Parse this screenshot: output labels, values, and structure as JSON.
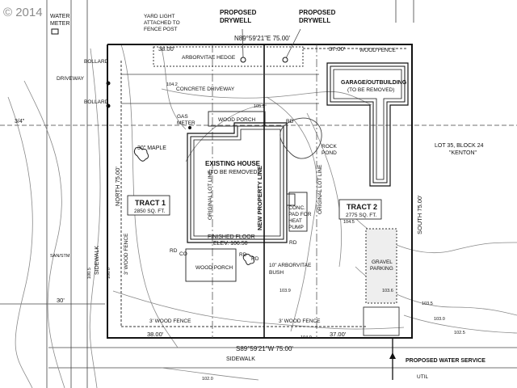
{
  "watermark": "© 2014",
  "labels": {
    "water_meter_1": "WATER",
    "water_meter_2": "METER",
    "yard_light_1": "YARD LIGHT",
    "yard_light_2": "ATTACHED TO",
    "yard_light_3": "FENCE POST",
    "drywell_a_1": "PROPOSED",
    "drywell_a_2": "DRYWELL",
    "drywell_b_1": "PROPOSED",
    "drywell_b_2": "DRYWELL",
    "bearing_north": "N89°59'21\"E 75.00'",
    "dim_38_top": "38.00'",
    "dim_37_top": "37.00'",
    "hedge": "ARBORVITAE HEDGE",
    "wood_fence_top": "WOOD FENCE",
    "bollard_1": "BOLLARD",
    "bollard_2": "BOLLARD",
    "driveway_left": "DRIVEWAY",
    "concrete_driveway": "CONCRETE DRIVEWAY",
    "garage_1": "GARAGE/OUTBUILDING",
    "garage_2": "(TO BE REMOVED)",
    "three_quarter": "3/4\"",
    "gas_meter_1": "GAS",
    "gas_meter_2": "METER",
    "wood_porch_top": "WOOD PORCH",
    "rd_1": "RD",
    "rock_pond_1": "ROCK",
    "rock_pond_2": "POND",
    "lot_1": "LOT 35, BLOCK 24",
    "lot_2": "\"KENTON\"",
    "maple": "30\" MAPLE",
    "house_1": "EXISTING HOUSE",
    "house_2": "(TO BE REMOVED)",
    "original_lot_line_left": "ORIGINAL LOT LINE",
    "new_property_line": "NEW PROPERTY LINE",
    "original_lot_line_right": "ORIGINAL LOT LINE",
    "north_75": "NORTH 75.00'",
    "south_75": "SOUTH 75.00'",
    "tract1_name": "TRACT 1",
    "tract1_area": "2850 SQ. FT.",
    "tract2_name": "TRACT 2",
    "tract2_area": "2775 SQ. FT.",
    "pad_1": "CONC.",
    "pad_2": "PAD FOR",
    "pad_3": "HEAT",
    "pad_4": "PUMP",
    "finished_floor_1": "FINISHED FLOOR",
    "finished_floor_2": "ELEV. 106.50",
    "rd_2": "RD",
    "rd_3": "RD",
    "co": "CO",
    "rd_4": "RD",
    "rd_5": "RD",
    "three_wood_fence_v": "3' WOOD FENCE",
    "sidewalk_v": "SIDEWALK",
    "san_stm": "SAN/STM",
    "wood_porch_bottom": "WOOD PORCH",
    "arborvitae_1": "10\" ARBORVITAE",
    "arborvitae_2": "BUSH",
    "gravel_1": "GRAVEL",
    "gravel_2": "PARKING",
    "dim_30": "30'",
    "fence_bottom_left": "3' WOOD FENCE",
    "fence_bottom_right": "3' WOOD FENCE",
    "dim_38_bottom": "38.00'",
    "dim_37_bottom": "37.00'",
    "bearing_south": "S89°59'21\"W 75.00'",
    "sidewalk_h": "SIDEWALK",
    "water_service": "PROPOSED WATER SERVICE",
    "util": "UTIL",
    "c_1035": "103.5",
    "c_1030": "103.0",
    "c_1025": "102.5",
    "c_1020": "102.0",
    "c_1045": "104.5",
    "c_1040": "104.0",
    "c_1055": "105.5",
    "c_1050": "105.0",
    "c_1008": "100.8",
    "c_1005": "100.5",
    "c_1042": "104.2",
    "c_1039": "103.9",
    "c_1036": "103.6"
  }
}
